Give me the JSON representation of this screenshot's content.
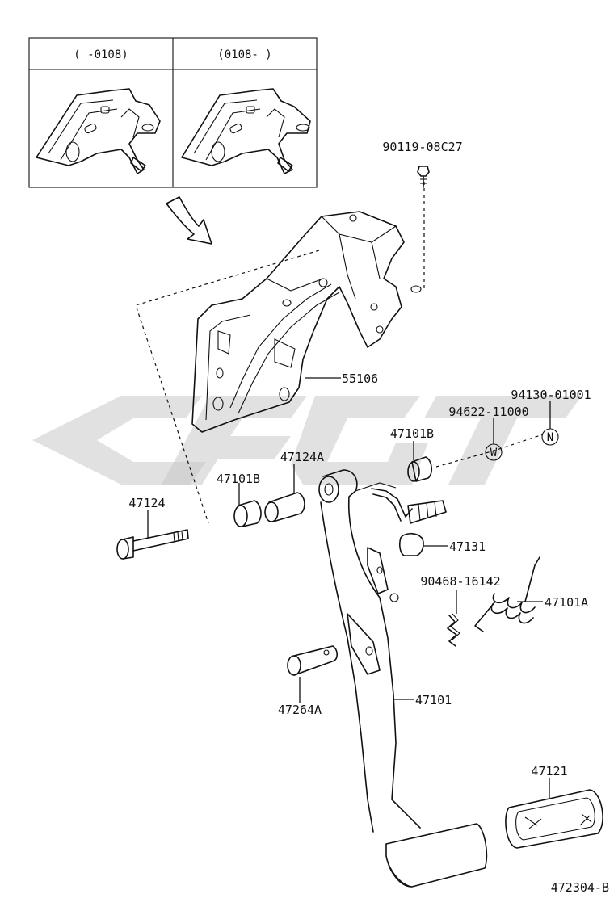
{
  "inset": {
    "left_header": "(      -0108)",
    "right_header": "(0108-      )"
  },
  "parts": {
    "bolt_top": "90119-08C27",
    "bracket": "55106",
    "nut": "94130-01001",
    "washer": "94622-11000",
    "bush_right": "47101B",
    "collar": "47124A",
    "bush_left": "47101B",
    "pin_bolt": "47124",
    "stopper": "47131",
    "clip": "90468-16142",
    "spring": "47101A",
    "clevis_pin": "47264A",
    "pedal": "47101",
    "pad": "47121"
  },
  "symbols": {
    "washer_mark": "W",
    "nut_mark": "N"
  },
  "figure_id": "472304-B"
}
